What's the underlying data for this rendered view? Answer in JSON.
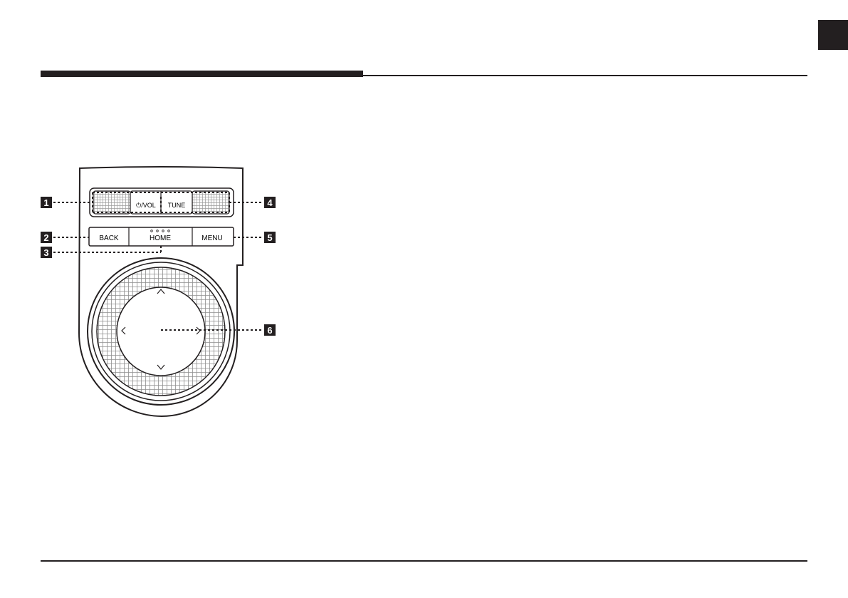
{
  "controller": {
    "buttons": {
      "vol": "⏻/VOL",
      "tune": "TUNE",
      "back": "BACK",
      "home": "HOME",
      "menu": "MENU"
    },
    "arrows": {
      "up": "^",
      "down": "v",
      "left": "<",
      "right": ">"
    }
  },
  "callouts": [
    "1",
    "2",
    "3",
    "4",
    "5",
    "6"
  ]
}
